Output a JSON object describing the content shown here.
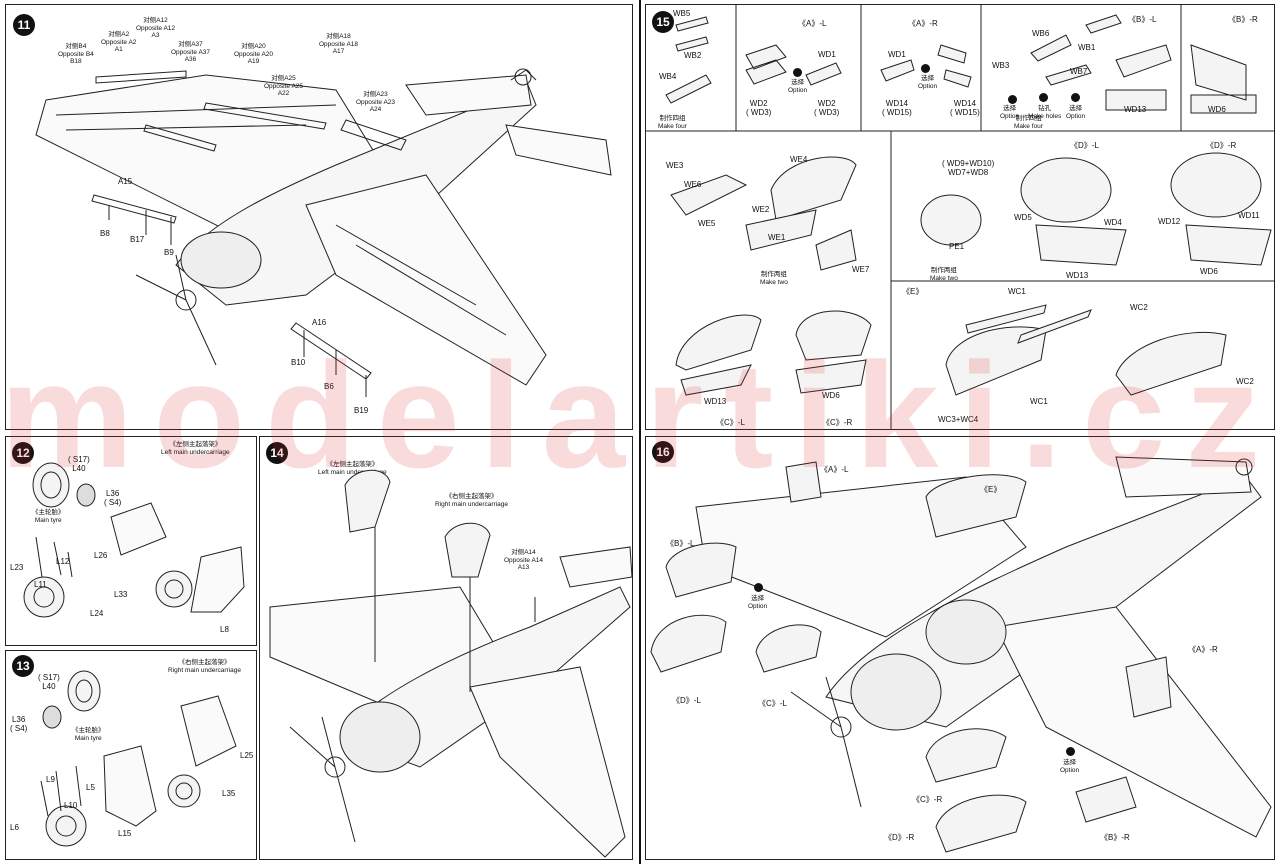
{
  "watermark": "modelartiki.cz",
  "steps": {
    "s11": {
      "num": "11",
      "labels": {
        "b18": "对侧B4\nOpposite B4\nB18",
        "a1": "对侧A2\nOpposite A2\nA1",
        "a3": "对侧A12\nOpposite A12\nA3",
        "a36": "对侧A37\nOpposite A37\nA36",
        "a19": "对侧A20\nOpposite A20\nA19",
        "a22": "对侧A25\nOpposite A25\nA22",
        "a17": "对侧A18\nOpposite A18\nA17",
        "a24": "对侧A23\nOpposite A23\nA24",
        "a15": "A15",
        "b8": "B8",
        "b17": "B17",
        "b9": "B9",
        "a16": "A16",
        "b10": "B10",
        "b6": "B6",
        "b19": "B19"
      }
    },
    "s12": {
      "num": "12",
      "title": "《左侧主起落架》\nLeft main undercarriage",
      "labels": {
        "s17": "( S17)\nL40",
        "l36": "L36\n( S4)",
        "tyre": "《主轮胎》\nMain tyre",
        "l26": "L26",
        "l23": "L23",
        "l12": "L12",
        "l11": "L11",
        "l24": "L24",
        "l33": "L33",
        "l8": "L8"
      }
    },
    "s13": {
      "num": "13",
      "title": "《右侧主起落架》\nRight main undercarriage",
      "labels": {
        "s17": "( S17)\nL40",
        "l36": "L36\n( S4)",
        "tyre": "《主轮胎》\nMain tyre",
        "l25": "L25",
        "l9": "L9",
        "l5": "L5",
        "l10": "L10",
        "l6": "L6",
        "l15": "L15",
        "l35": "L35"
      }
    },
    "s14": {
      "num": "14",
      "labels": {
        "left": "《左侧主起落架》\nLeft main undercarriage",
        "right": "《右侧主起落架》\nRight main undercarriage",
        "a13": "对侧A14\nOpposite A14\nA13"
      }
    },
    "s15": {
      "num": "15",
      "labels": {
        "wb5": "WB5",
        "wb2": "WB2",
        "wb4": "WB4",
        "make_four_1": "制作四组\nMake four",
        "al": "《A》-L",
        "ar": "《A》-R",
        "wd1": "WD1",
        "wd2_l": "WD2\n( WD3)",
        "wd2_r": "WD2\n( WD3)",
        "opt1": "选择\nOption",
        "wd1b": "WD1",
        "opt2": "选择\nOption",
        "wd14_l": "WD14\n( WD15)",
        "wd14_r": "WD14\n( WD15)",
        "wb6": "WB6",
        "wb1": "WB1",
        "wb3": "WB3",
        "wb7": "WB7",
        "opt3": "选择\nOption",
        "holes": "钻孔\nMake holes",
        "opt4": "选择\nOption",
        "make_four_2": "制作四组\nMake four",
        "bl": "《B》-L",
        "br": "《B》-R",
        "wd13_b": "WD13",
        "wd6_b": "WD6",
        "we3": "WE3",
        "we6": "WE6",
        "we5": "WE5",
        "we4": "WE4",
        "we2": "WE2",
        "we1": "WE1",
        "we7": "WE7",
        "make_two_1": "制作两组\nMake two",
        "wd13_c": "WD13",
        "wd6_c": "WD6",
        "cl": "《C》-L",
        "cr": "《C》-R",
        "wd9": "( WD9+WD10)\nWD7+WD8",
        "pe1": "PE1",
        "make_two_2": "制作两组\nMake two",
        "dl": "《D》-L",
        "dr": "《D》-R",
        "wd5": "WD5",
        "wd4": "WD4",
        "wd13_d": "WD13",
        "wd12": "WD12",
        "wd11": "WD11",
        "wd6_d": "WD6",
        "e": "《E》",
        "wc1": "WC1",
        "wc1b": "WC1",
        "wc34": "WC3+WC4",
        "wc2": "WC2",
        "wc2b": "WC2"
      }
    },
    "s16": {
      "num": "16",
      "labels": {
        "al": "《A》-L",
        "e": "《E》",
        "bl": "《B》-L",
        "opt1": "选择\nOption",
        "dl": "《D》-L",
        "cl": "《C》-L",
        "ar": "《A》-R",
        "opt2": "选择\nOption",
        "cr": "《C》-R",
        "dr": "《D》-R",
        "br": "《B》-R"
      }
    }
  }
}
